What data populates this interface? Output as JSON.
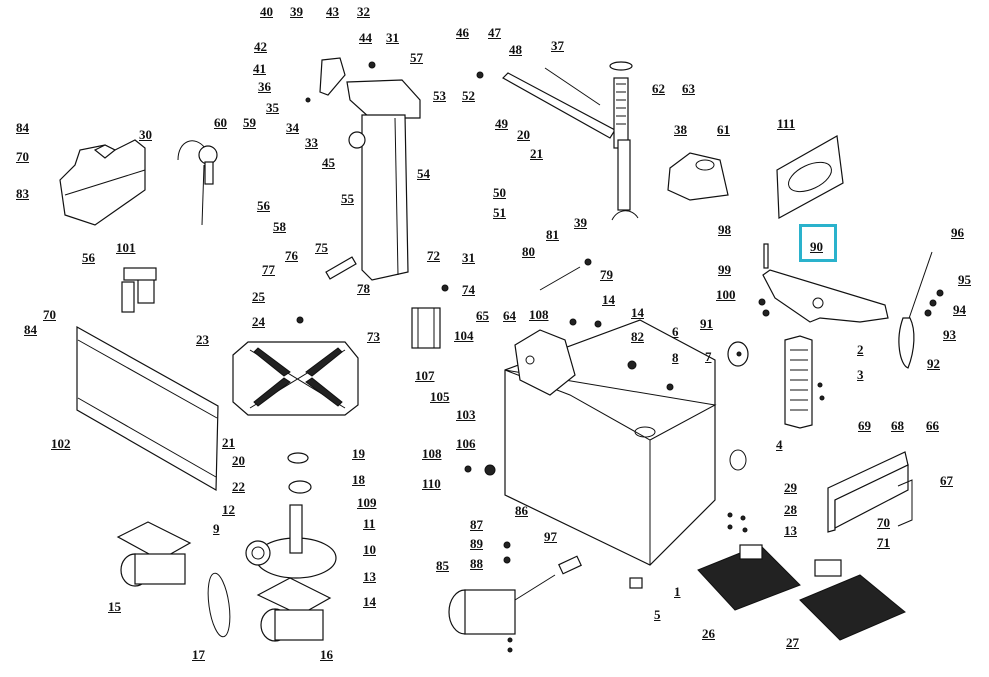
{
  "diagram": {
    "title": "",
    "type": "exploded-parts-view",
    "highlight": {
      "part": "90",
      "color": "#2ab2cc"
    },
    "callouts": [
      {
        "id": "c1",
        "label": "1"
      },
      {
        "id": "c2",
        "label": "2"
      },
      {
        "id": "c3",
        "label": "3"
      },
      {
        "id": "c4",
        "label": "4"
      },
      {
        "id": "c5",
        "label": "5"
      },
      {
        "id": "c6",
        "label": "6"
      },
      {
        "id": "c7",
        "label": "7"
      },
      {
        "id": "c8",
        "label": "8"
      },
      {
        "id": "c9",
        "label": "9"
      },
      {
        "id": "c10",
        "label": "10"
      },
      {
        "id": "c11",
        "label": "11"
      },
      {
        "id": "c12",
        "label": "12"
      },
      {
        "id": "c13a",
        "label": "13"
      },
      {
        "id": "c13b",
        "label": "13"
      },
      {
        "id": "c14a",
        "label": "14"
      },
      {
        "id": "c14b",
        "label": "14"
      },
      {
        "id": "c14c",
        "label": "14"
      },
      {
        "id": "c15",
        "label": "15"
      },
      {
        "id": "c16",
        "label": "16"
      },
      {
        "id": "c17",
        "label": "17"
      },
      {
        "id": "c18",
        "label": "18"
      },
      {
        "id": "c19",
        "label": "19"
      },
      {
        "id": "c20a",
        "label": "20"
      },
      {
        "id": "c20b",
        "label": "20"
      },
      {
        "id": "c21a",
        "label": "21"
      },
      {
        "id": "c21b",
        "label": "21"
      },
      {
        "id": "c22",
        "label": "22"
      },
      {
        "id": "c23",
        "label": "23"
      },
      {
        "id": "c24",
        "label": "24"
      },
      {
        "id": "c25",
        "label": "25"
      },
      {
        "id": "c26",
        "label": "26"
      },
      {
        "id": "c27",
        "label": "27"
      },
      {
        "id": "c28",
        "label": "28"
      },
      {
        "id": "c29",
        "label": "29"
      },
      {
        "id": "c30",
        "label": "30"
      },
      {
        "id": "c31a",
        "label": "31"
      },
      {
        "id": "c31b",
        "label": "31"
      },
      {
        "id": "c32",
        "label": "32"
      },
      {
        "id": "c33",
        "label": "33"
      },
      {
        "id": "c34",
        "label": "34"
      },
      {
        "id": "c35",
        "label": "35"
      },
      {
        "id": "c36",
        "label": "36"
      },
      {
        "id": "c37",
        "label": "37"
      },
      {
        "id": "c38",
        "label": "38"
      },
      {
        "id": "c39a",
        "label": "39"
      },
      {
        "id": "c39b",
        "label": "39"
      },
      {
        "id": "c40",
        "label": "40"
      },
      {
        "id": "c41",
        "label": "41"
      },
      {
        "id": "c42",
        "label": "42"
      },
      {
        "id": "c43",
        "label": "43"
      },
      {
        "id": "c44",
        "label": "44"
      },
      {
        "id": "c45",
        "label": "45"
      },
      {
        "id": "c46",
        "label": "46"
      },
      {
        "id": "c47",
        "label": "47"
      },
      {
        "id": "c48",
        "label": "48"
      },
      {
        "id": "c49",
        "label": "49"
      },
      {
        "id": "c50",
        "label": "50"
      },
      {
        "id": "c51",
        "label": "51"
      },
      {
        "id": "c52",
        "label": "52"
      },
      {
        "id": "c53",
        "label": "53"
      },
      {
        "id": "c54",
        "label": "54"
      },
      {
        "id": "c55",
        "label": "55"
      },
      {
        "id": "c56a",
        "label": "56"
      },
      {
        "id": "c56b",
        "label": "56"
      },
      {
        "id": "c57",
        "label": "57"
      },
      {
        "id": "c58",
        "label": "58"
      },
      {
        "id": "c59",
        "label": "59"
      },
      {
        "id": "c60",
        "label": "60"
      },
      {
        "id": "c61",
        "label": "61"
      },
      {
        "id": "c62",
        "label": "62"
      },
      {
        "id": "c63",
        "label": "63"
      },
      {
        "id": "c64",
        "label": "64"
      },
      {
        "id": "c65",
        "label": "65"
      },
      {
        "id": "c66",
        "label": "66"
      },
      {
        "id": "c67",
        "label": "67"
      },
      {
        "id": "c68",
        "label": "68"
      },
      {
        "id": "c69",
        "label": "69"
      },
      {
        "id": "c70a",
        "label": "70"
      },
      {
        "id": "c70b",
        "label": "70"
      },
      {
        "id": "c70c",
        "label": "70"
      },
      {
        "id": "c71",
        "label": "71"
      },
      {
        "id": "c72",
        "label": "72"
      },
      {
        "id": "c73",
        "label": "73"
      },
      {
        "id": "c74",
        "label": "74"
      },
      {
        "id": "c75",
        "label": "75"
      },
      {
        "id": "c76",
        "label": "76"
      },
      {
        "id": "c77",
        "label": "77"
      },
      {
        "id": "c78",
        "label": "78"
      },
      {
        "id": "c79",
        "label": "79"
      },
      {
        "id": "c80",
        "label": "80"
      },
      {
        "id": "c81",
        "label": "81"
      },
      {
        "id": "c82",
        "label": "82"
      },
      {
        "id": "c83",
        "label": "83"
      },
      {
        "id": "c84a",
        "label": "84"
      },
      {
        "id": "c84b",
        "label": "84"
      },
      {
        "id": "c85",
        "label": "85"
      },
      {
        "id": "c86",
        "label": "86"
      },
      {
        "id": "c87",
        "label": "87"
      },
      {
        "id": "c88",
        "label": "88"
      },
      {
        "id": "c89",
        "label": "89"
      },
      {
        "id": "c90",
        "label": "90"
      },
      {
        "id": "c91",
        "label": "91"
      },
      {
        "id": "c92",
        "label": "92"
      },
      {
        "id": "c93",
        "label": "93"
      },
      {
        "id": "c94",
        "label": "94"
      },
      {
        "id": "c95",
        "label": "95"
      },
      {
        "id": "c96",
        "label": "96"
      },
      {
        "id": "c97",
        "label": "97"
      },
      {
        "id": "c98",
        "label": "98"
      },
      {
        "id": "c99",
        "label": "99"
      },
      {
        "id": "c100",
        "label": "100"
      },
      {
        "id": "c101",
        "label": "101"
      },
      {
        "id": "c102",
        "label": "102"
      },
      {
        "id": "c103",
        "label": "103"
      },
      {
        "id": "c104",
        "label": "104"
      },
      {
        "id": "c105",
        "label": "105"
      },
      {
        "id": "c106",
        "label": "106"
      },
      {
        "id": "c107",
        "label": "107"
      },
      {
        "id": "c108a",
        "label": "108"
      },
      {
        "id": "c108b",
        "label": "108"
      },
      {
        "id": "c109",
        "label": "109"
      },
      {
        "id": "c110",
        "label": "110"
      },
      {
        "id": "c111",
        "label": "111"
      }
    ]
  }
}
